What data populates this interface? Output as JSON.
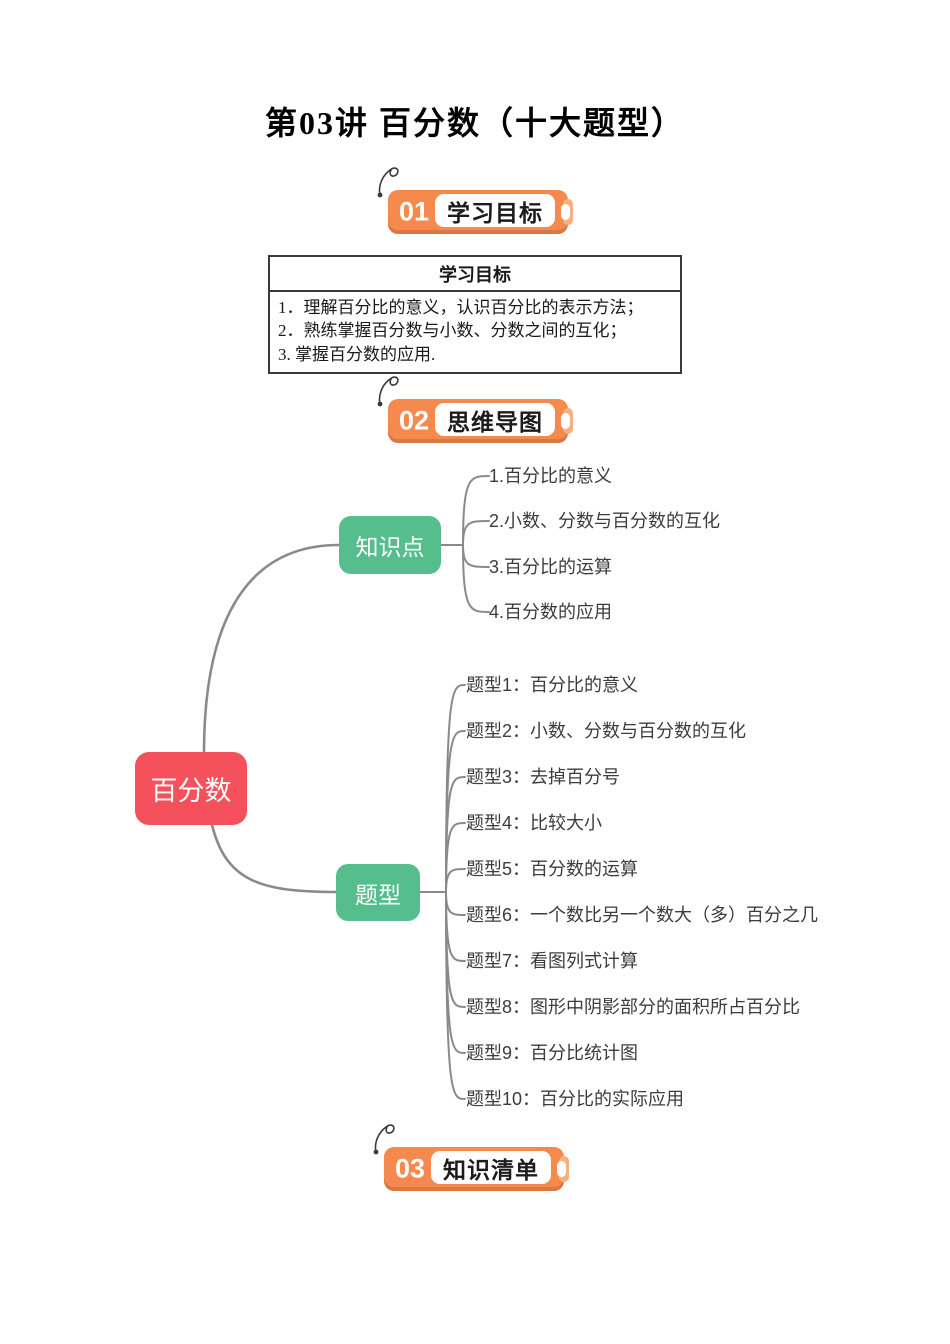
{
  "page": {
    "title": "第03讲 百分数（十大题型）"
  },
  "sections": {
    "s1": {
      "num": "01",
      "label": "学习目标"
    },
    "s2": {
      "num": "02",
      "label": "思维导图"
    },
    "s3": {
      "num": "03",
      "label": "知识清单"
    }
  },
  "goals_table": {
    "header": "学习目标",
    "items": [
      "1．理解百分比的意义，认识百分比的表示方法；",
      "2．熟练掌握百分数与小数、分数之间的互化；",
      "3. 掌握百分数的应用."
    ]
  },
  "mindmap": {
    "root": "百分数",
    "branches": [
      {
        "label": "知识点",
        "items": [
          "1.百分比的意义",
          "2.小数、分数与百分数的互化",
          "3.百分比的运算",
          "4.百分数的应用"
        ]
      },
      {
        "label": "题型",
        "items": [
          "题型1：百分比的意义",
          "题型2：小数、分数与百分数的互化",
          "题型3：去掉百分号",
          "题型4：比较大小",
          "题型5：百分数的运算",
          "题型6：一个数比另一个数大（多）百分之几",
          "题型7：看图列式计算",
          "题型8：图形中阴影部分的面积所占百分比",
          "题型9：百分比统计图",
          "题型10：百分比的实际应用"
        ]
      }
    ]
  },
  "colors": {
    "accent_orange": "#F6894E",
    "accent_orange_light": "#F9B07F",
    "node_green": "#56BE8C",
    "node_red": "#F4515C",
    "line_gray": "#8A8A8A",
    "leaf_text": "#3C3C3C"
  }
}
